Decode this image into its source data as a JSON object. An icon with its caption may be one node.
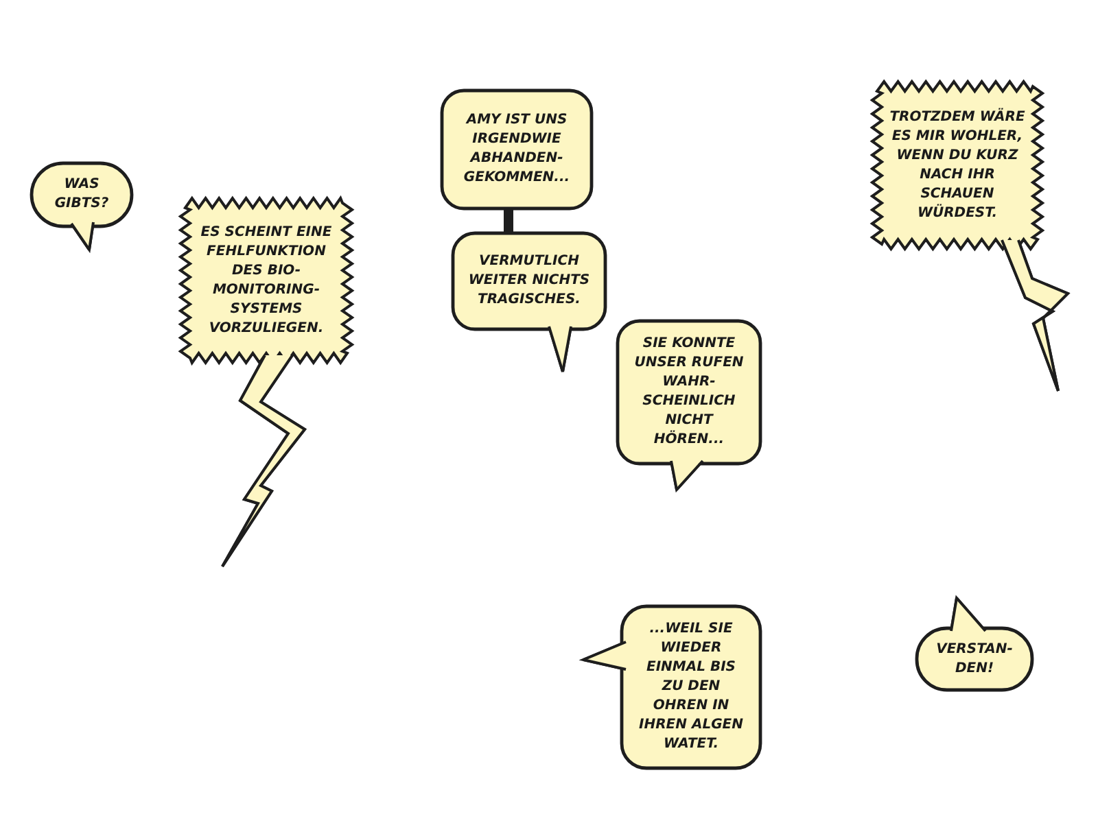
{
  "diagram": {
    "nodes": [
      {
        "text": [
          "WAS GIBTS?"
        ]
      },
      {
        "text": [
          "ES SCHEINT EINE FEHLFUNKTION DES BIO- MONITORING- SYSTEMS VORZULIEGEN."
        ]
      },
      {
        "text": [
          "AMY IST UNS IRGENDWIE ABHANDEN- GEKOMMEN..."
        ]
      },
      {
        "text": [
          "VERMUTLICH WEITER NICHTS TRAGISCHES."
        ]
      },
      {
        "text": [
          "SIE KONNTE UNSER RUFEN WAHR- SCHEINLICH NICHT HÖREN..."
        ]
      },
      {
        "text": [
          "TROTZDEM WÄRE ES MIR WOHLER, WENN DU KURZ NACH IHR SCHAUEN WÜRDEST."
        ]
      },
      {
        "text": [
          "...WEIL SIE WIEDER EINMAL BIS ZU DEN OHREN IN IHREN ALGEN WATET."
        ]
      },
      {
        "text": [
          "VERSTAN- DEN!"
        ]
      }
    ],
    "edges": [
      {
        "from": 2,
        "to": 3,
        "arrow": "none"
      }
    ]
  }
}
